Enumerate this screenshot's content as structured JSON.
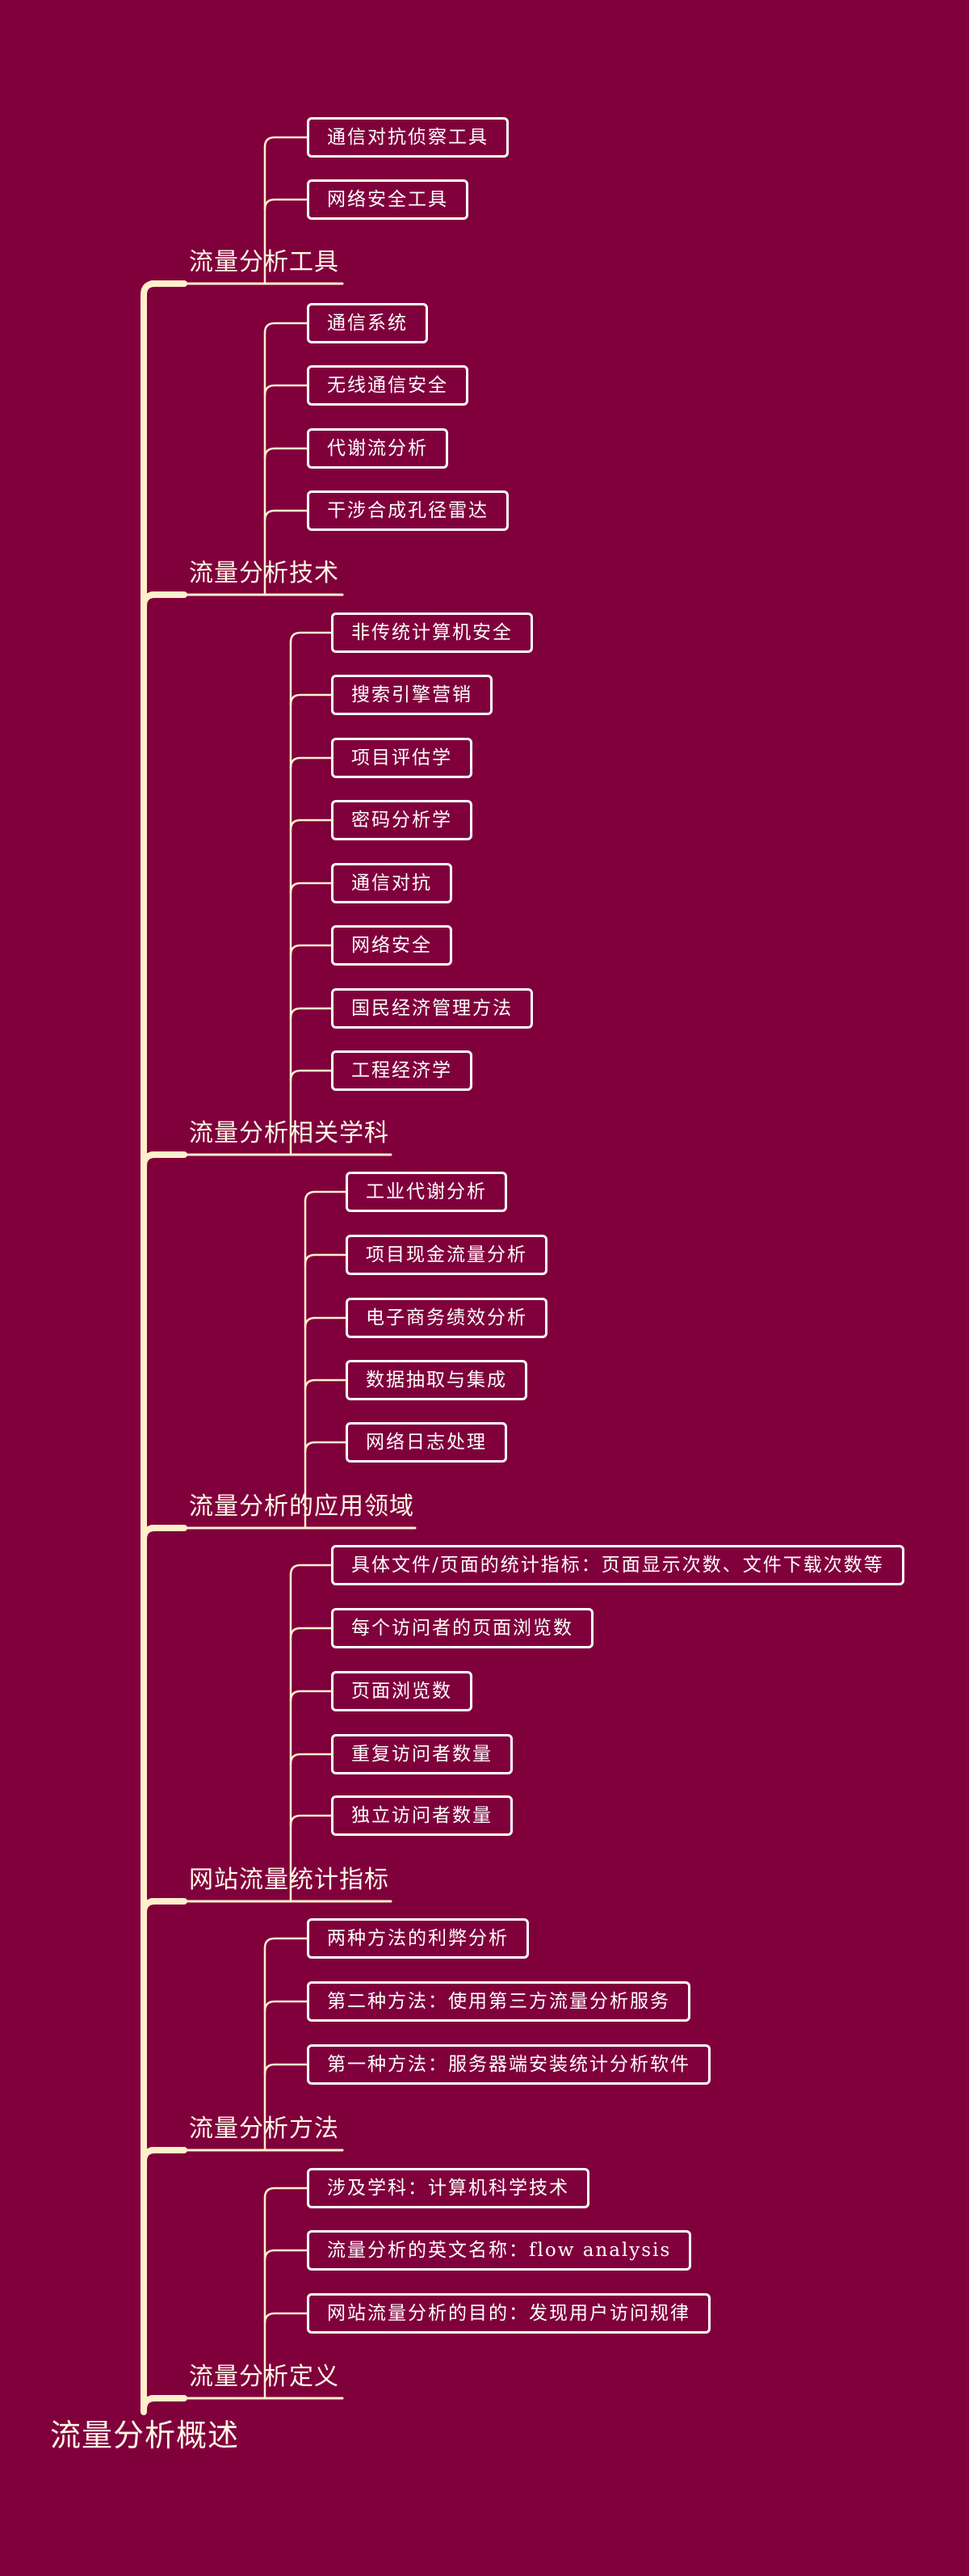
{
  "root": {
    "label": "流量分析概述"
  },
  "branches": [
    {
      "label": "流量分析工具",
      "leaves": [
        "通信对抗侦察工具",
        "网络安全工具"
      ]
    },
    {
      "label": "流量分析技术",
      "leaves": [
        "通信系统",
        "无线通信安全",
        "代谢流分析",
        "干涉合成孔径雷达"
      ]
    },
    {
      "label": "流量分析相关学科",
      "leaves": [
        "非传统计算机安全",
        "搜索引擎营销",
        "项目评估学",
        "密码分析学",
        "通信对抗",
        "网络安全",
        "国民经济管理方法",
        "工程经济学"
      ]
    },
    {
      "label": "流量分析的应用领域",
      "leaves": [
        "工业代谢分析",
        "项目现金流量分析",
        "电子商务绩效分析",
        "数据抽取与集成",
        "网络日志处理"
      ]
    },
    {
      "label": "网站流量统计指标",
      "leaves": [
        "具体文件/页面的统计指标：页面显示次数、文件下载次数等",
        "每个访问者的页面浏览数",
        "页面浏览数",
        "重复访问者数量",
        "独立访问者数量"
      ]
    },
    {
      "label": "流量分析方法",
      "leaves": [
        "两种方法的利弊分析",
        "第二种方法：使用第三方流量分析服务",
        "第一种方法：服务器端安装统计分析软件"
      ]
    },
    {
      "label": "流量分析定义",
      "leaves": [
        "涉及学科：计算机科学技术",
        "流量分析的英文名称：flow analysis",
        "网站流量分析的目的：发现用户访问规律"
      ]
    }
  ],
  "colors": {
    "background": "#80003c",
    "line": "#fff0cc",
    "text": "#fff8e6",
    "leaf_border": "#ffffff"
  }
}
